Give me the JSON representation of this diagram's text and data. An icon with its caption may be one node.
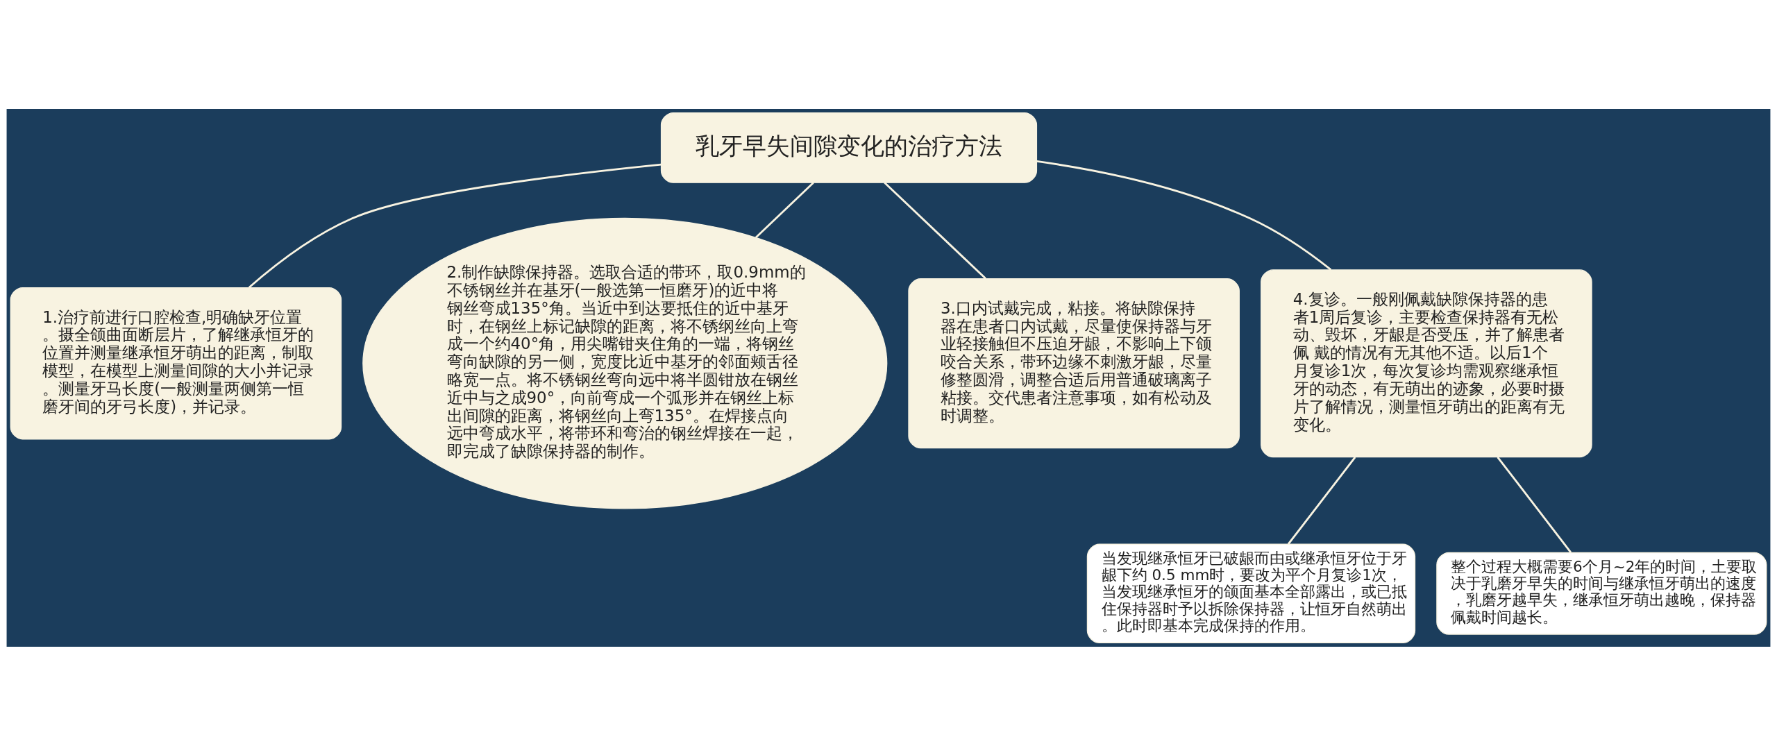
{
  "diagram": {
    "nodes": [
      {
        "text": [
          "乳牙早失间隙变化的治疗方法"
        ]
      },
      {
        "text": [
          "1.治疗前进行口腔检查,明确缺牙位置。摄全颌曲面断层片，了解继承恒牙的位置并测量继承恒牙萌出的距离，制取模型，在模型上测量间隙的大小并记录。测量牙马长度(一般测量两侧第一恒磨牙间的牙弓长度)，并记录。"
        ]
      },
      {
        "text": [
          "2.制作缺隙保持器。选取合适的带环，取0.9mm的不锈钢丝并在基牙(一般选第一恒磨牙)的近中将钢丝弯成135°角。当近中到达要抵住的近中基牙时，在钢丝上标记缺隙的距离，将不锈纲丝向上弯成一个约40°角，用尖嘴钳夹住角的一端，将钢丝弯向缺隙的另一侧，宽度比近中基牙的邻面颊舌径略宽一点。将不锈钢丝弯向远中将半圆钳放在钢丝近中与之成90°，向前弯成一个弧形并在钢丝上标出间隙的距离，将钢丝向上弯135°。在焊接点向远中弯成水平，将带环和弯治的钢丝焊接在一起，即完成了缺隙保持器的制作。"
        ]
      },
      {
        "text": [
          "3.口内试戴完成，粘接。将缺隙保持器在患者口内试戴，尽量使保持器与牙业轻接触但不压迫牙龈，不影响上下颌咬合关系，带环边缘不刺激牙龈，尽量修整圆滑，调整合适后用普通破璃离子粘接。交代患者注意事项，如有松动及时调整。"
        ]
      },
      {
        "text": [
          "4.复诊。一般刚佩戴缺隙保持器的患者1周后复诊，主要检查保持器有无松动、毁坏，牙龈是否受压，并了解患者佩 戴的情况有无其他不适。以后1个月复诊1次，每次复诊均需观察继承恒牙的动态，有无萌出的迹象，必要时摄片了解情况，测量恒牙萌出的距离有无变化。"
        ]
      },
      {
        "text": [
          "当发现继承恒牙已破龈而由或继承恒牙位于牙龈下约 0.5 mm时，要改为平个月复诊1次，当发现继承恒牙的颌面基本全部露出，或已抵住保持器时予以拆除保持器，让恒牙自然萌出。此时即基本完成保持的作用。"
        ]
      },
      {
        "text": [
          "整个过程大概需要6个月~2年的时间，土要取决于乳磨牙早失的时间与继承恒牙萌出的速度，乳磨牙越早失，继承恒牙萌出越晚，保持器佩戴时间越长。"
        ]
      }
    ],
    "edges": [
      {
        "from": 0,
        "to": 1,
        "arrow": "none"
      },
      {
        "from": 0,
        "to": 2,
        "arrow": "none"
      },
      {
        "from": 0,
        "to": 3,
        "arrow": "none"
      },
      {
        "from": 0,
        "to": 4,
        "arrow": "none"
      },
      {
        "from": 4,
        "to": 5,
        "arrow": "none"
      },
      {
        "from": 4,
        "to": 6,
        "arrow": "none"
      }
    ]
  }
}
